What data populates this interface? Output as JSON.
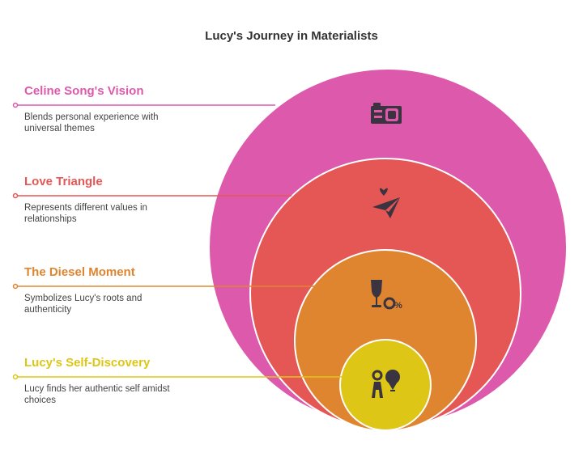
{
  "title": "Lucy's Journey in Materialists",
  "layers": [
    {
      "heading": "Celine Song's Vision",
      "description": "Blends personal experience with universal themes",
      "color": "#dd59ab",
      "icon": "camera-icon"
    },
    {
      "heading": "Love Triangle",
      "description": "Represents different values in relationships",
      "color": "#e55755",
      "icon": "heart-plane-icon"
    },
    {
      "heading": "The Diesel Moment",
      "description": "Symbolizes Lucy's roots and authenticity",
      "color": "#e0852f",
      "icon": "wine-glass-percent-icon"
    },
    {
      "heading": "Lucy's Self-Discovery",
      "description": "Lucy finds her authentic self amidst choices",
      "color": "#ddc615",
      "icon": "person-choice-icon"
    }
  ]
}
